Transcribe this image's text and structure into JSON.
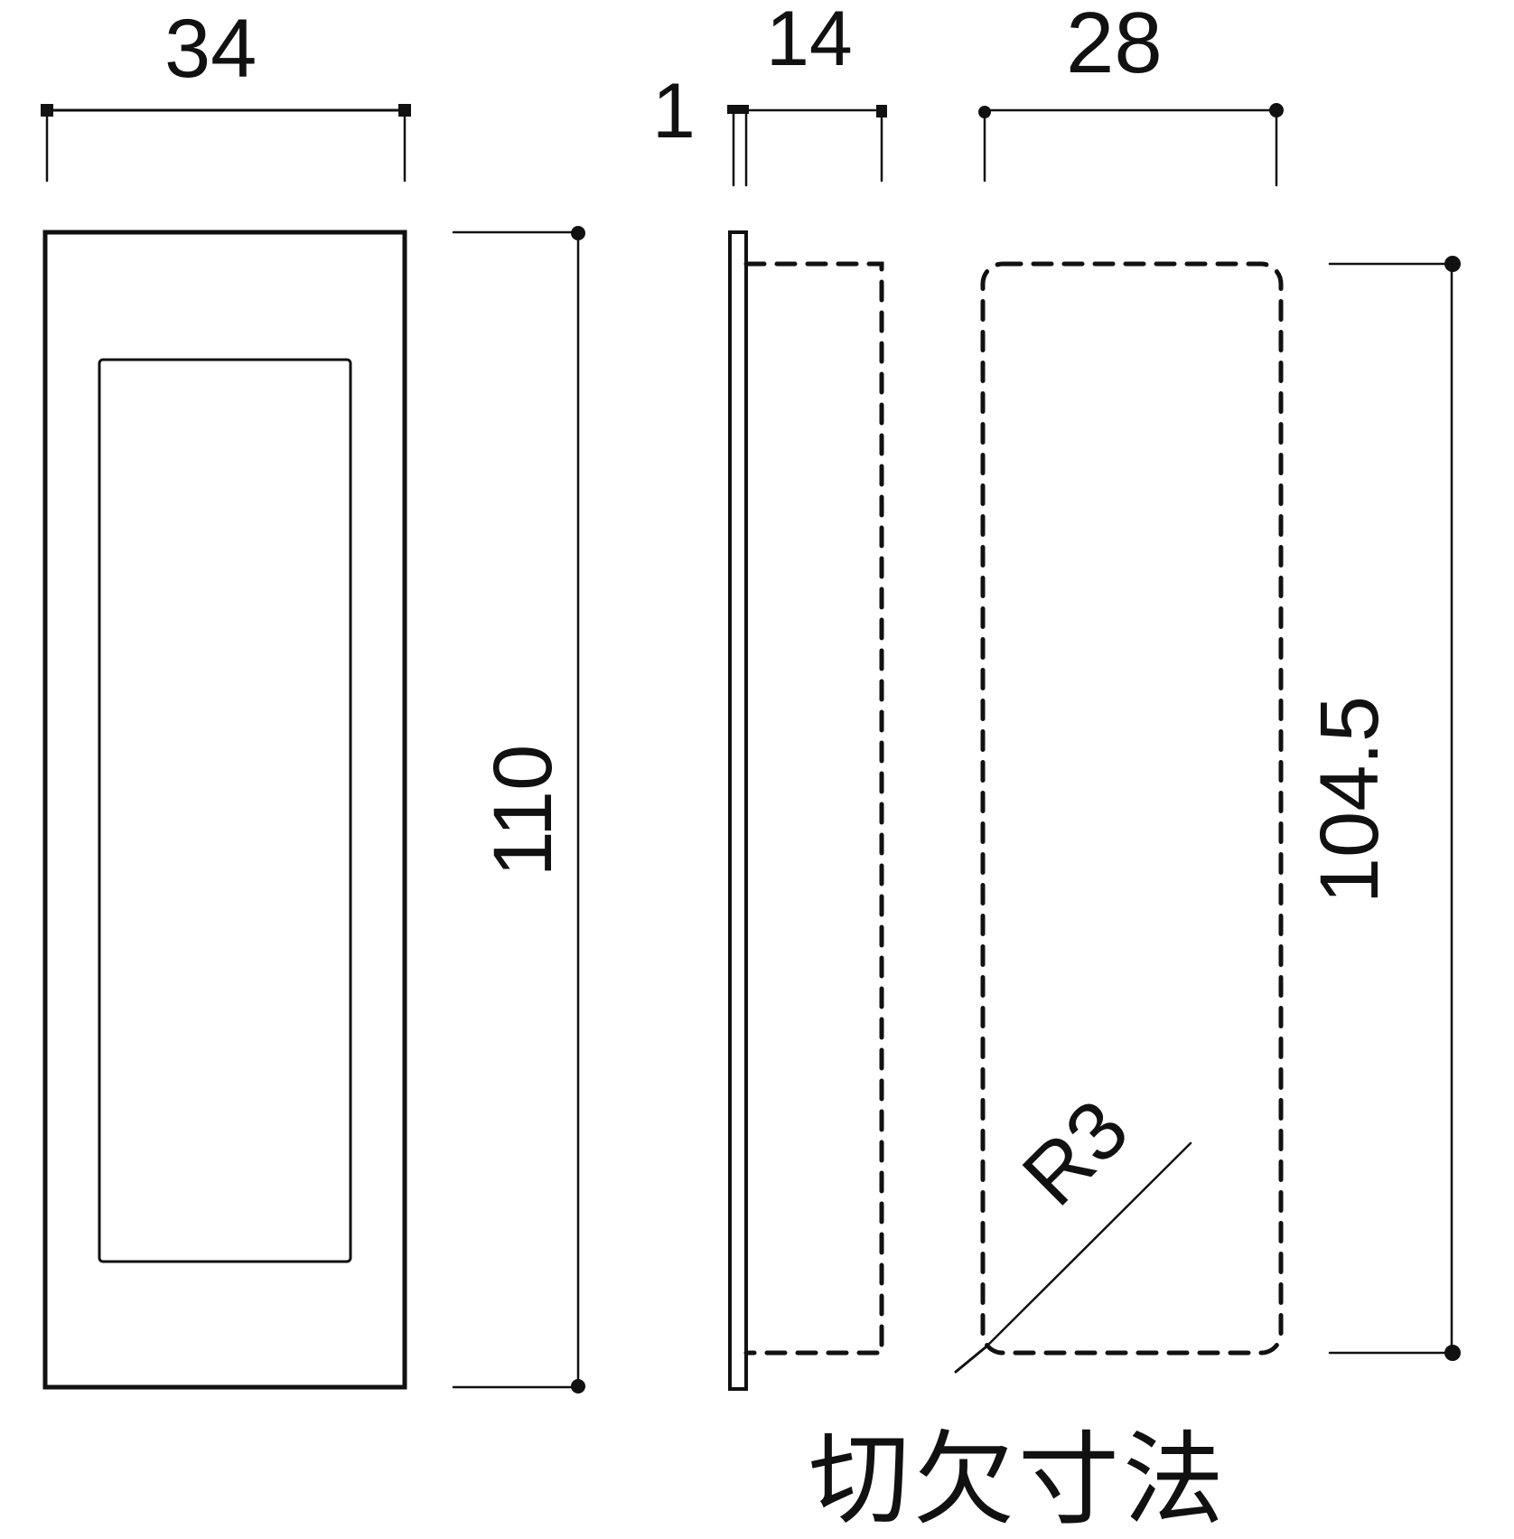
{
  "drawing": {
    "line_color": "#111111",
    "background": "#ffffff",
    "front_view": {
      "width_label": "34",
      "height_label": "110"
    },
    "side_view": {
      "flange_label": "1",
      "depth_label": "14"
    },
    "cutout_view": {
      "width_label": "28",
      "height_label": "104.5",
      "radius_label": "R3",
      "caption": "切欠寸法"
    }
  }
}
